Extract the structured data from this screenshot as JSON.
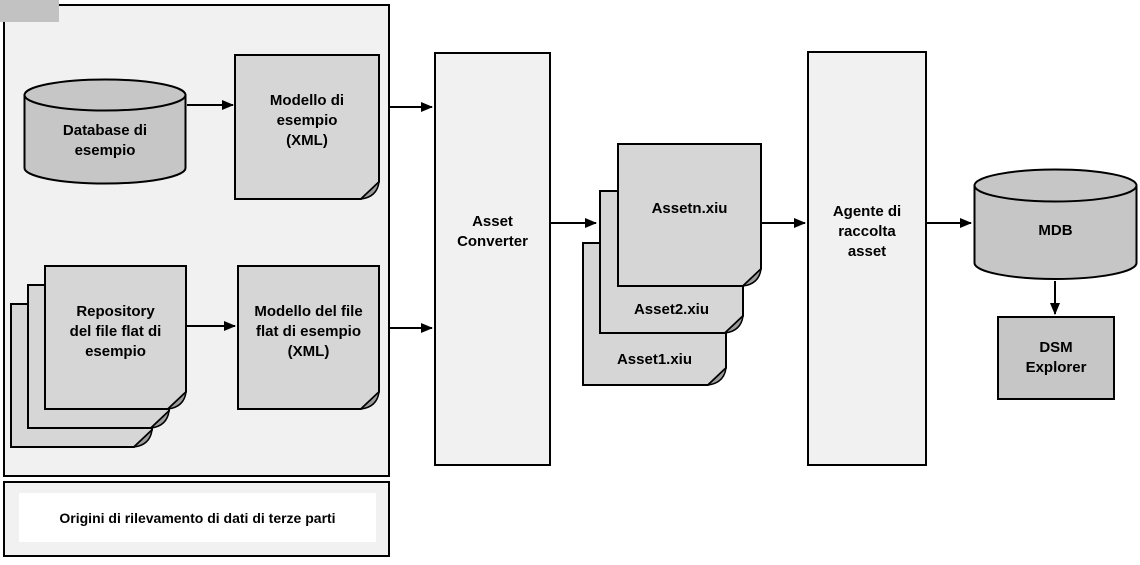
{
  "diagram": {
    "caption": "Origini di rilevamento di dati di terze parti",
    "nodes": {
      "database": "Database di\nesempio",
      "model_xml": "Modello di\nesempio\n(XML)",
      "repository": "Repository\ndel file flat di\nesempio",
      "model_flat": "Modello del file\nflat di esempio\n(XML)",
      "asset_converter": "Asset\nConverter",
      "asset_n": "Assetn.xiu",
      "asset_2": "Asset2.xiu",
      "asset_1": "Asset1.xiu",
      "agent": "Agente di\nraccolta\nasset",
      "mdb": "MDB",
      "dsm_explorer": "DSM\nExplorer"
    },
    "colors": {
      "page_bg": "#ffffff",
      "group_fill": "#f1f1f1",
      "process_fill": "#f1f1f1",
      "doc_fill": "#d6d6d6",
      "fold_fill": "#9c9c9c",
      "cylinder_fill": "#c6c6c6",
      "dsm_fill": "#c6c6c6",
      "corner_fill": "#c2c2c2",
      "line": "#000000"
    }
  }
}
